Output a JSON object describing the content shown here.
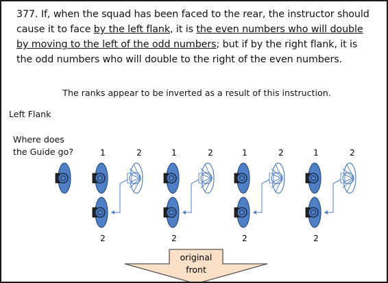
{
  "rule": {
    "part1": "377. If, when the squad has been faced to the rear, the instructor should cause it to face ",
    "part2": "by the left flank",
    "part3": ", it is ",
    "part4": "the even numbers who will double by moving to the left of the odd numbers",
    "part5": "; but if by the right flank, it is the odd numbers who will double to the right of the even numbers."
  },
  "note": "The ranks appear to be inverted as a result of this instruction.",
  "labels": {
    "flank": "Left Flank",
    "guide_q1": "Where does",
    "guide_q2": "the Guide go?"
  },
  "groups": [
    {
      "top_left": "1",
      "top_right": "2",
      "bottom": "2"
    },
    {
      "top_left": "1",
      "top_right": "2",
      "bottom": "2"
    },
    {
      "top_left": "1",
      "top_right": "2",
      "bottom": "2"
    },
    {
      "top_left": "1",
      "top_right": "2",
      "bottom": "2"
    }
  ],
  "arrow_label": {
    "line1": "original",
    "line2": "front"
  },
  "colors": {
    "soldier_fill": "#4f7fc4",
    "soldier_stroke": "#2d4f84",
    "outline_stroke": "#4f7fc4",
    "arrow_fill": "#fbe0c8",
    "arrow_stroke": "#555555"
  }
}
